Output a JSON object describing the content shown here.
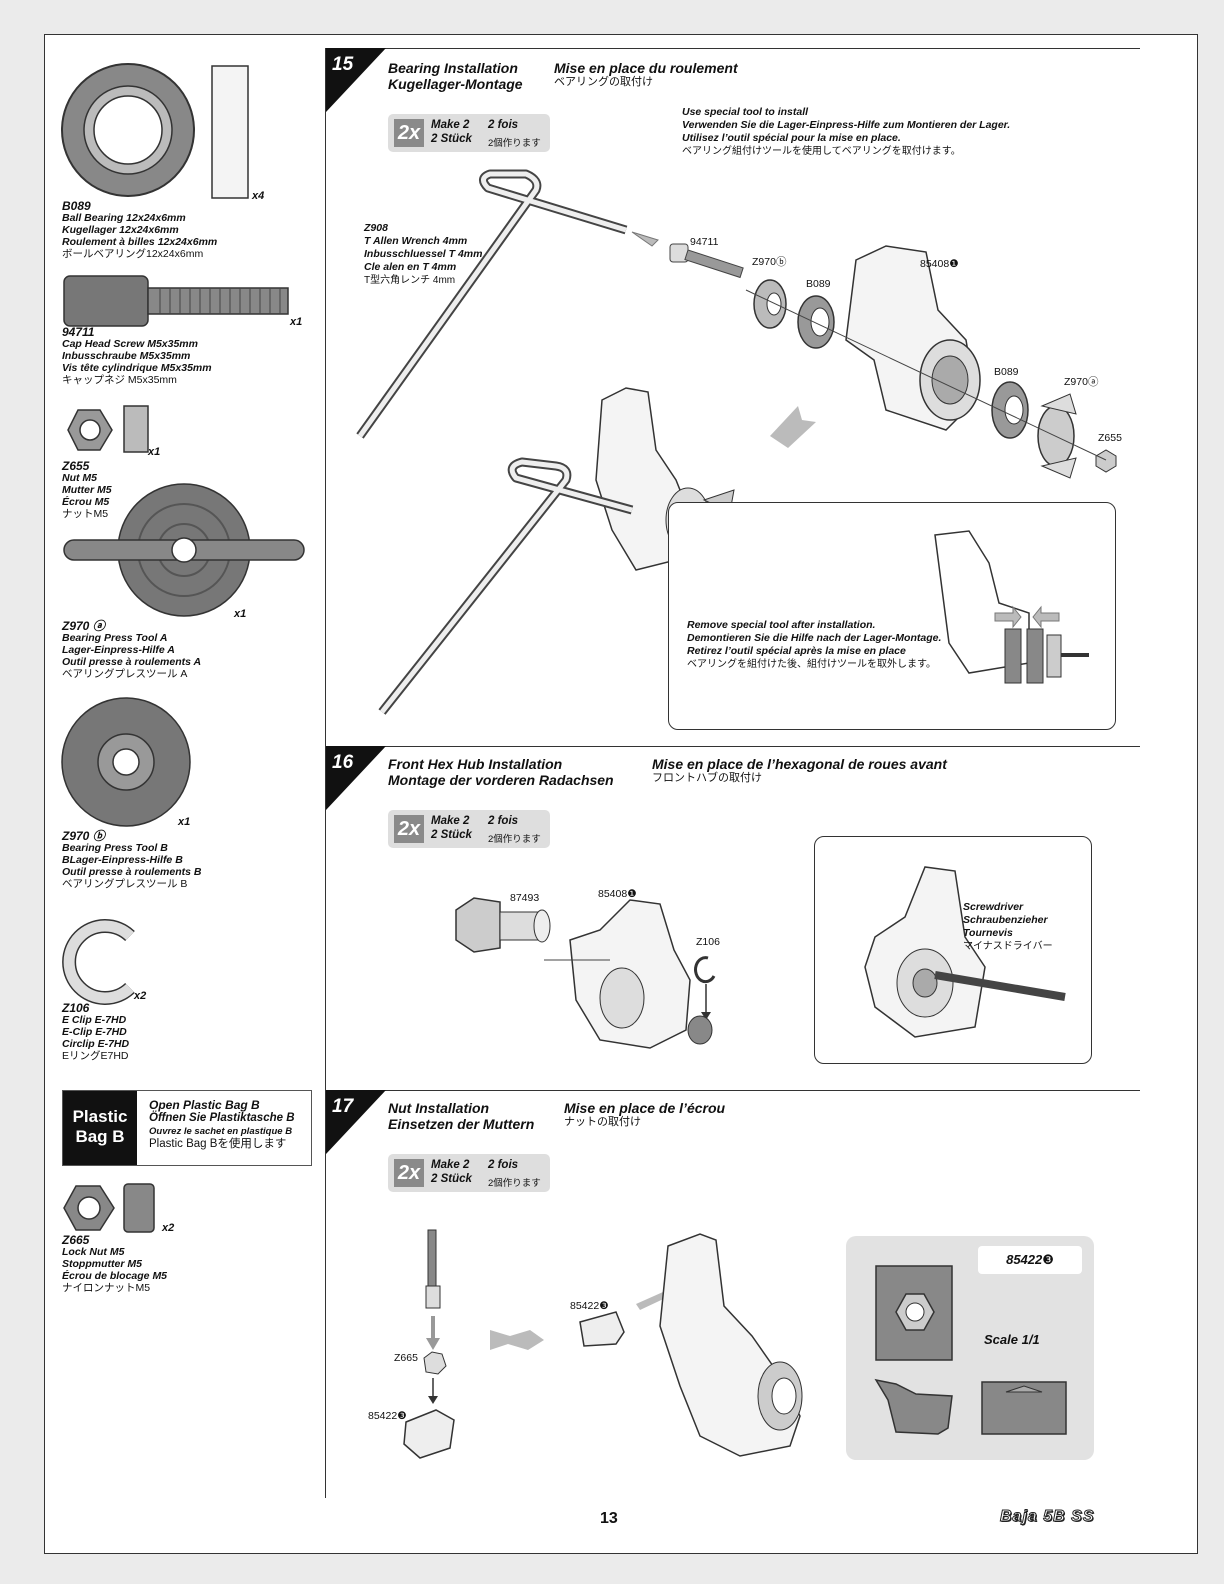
{
  "parts": [
    {
      "code": "B089",
      "qty": "x4",
      "en": "Ball Bearing 12x24x6mm",
      "de": "Kugellager 12x24x6mm",
      "fr": "Roulement à billes 12x24x6mm",
      "ja": "ボールベアリング12x24x6mm"
    },
    {
      "code": "94711",
      "qty": "x1",
      "en": "Cap Head Screw M5x35mm",
      "de": "Inbusschraube M5x35mm",
      "fr": "Vis tête cylindrique M5x35mm",
      "ja": "キャップネジ M5x35mm"
    },
    {
      "code": "Z655",
      "qty": "x1",
      "en": "Nut M5",
      "de": "Mutter M5",
      "fr": "Écrou M5",
      "ja": "ナットM5"
    },
    {
      "code": "Z970",
      "qty": "x1",
      "en": "Bearing Press Tool A",
      "de": "Lager-Einpress-Hilfe A",
      "fr": "Outil presse à roulements A",
      "ja": "ベアリングプレスツール A"
    },
    {
      "code": "Z970",
      "qty": "x1",
      "en": "Bearing Press Tool B",
      "de": "BLager-Einpress-Hilfe B",
      "fr": "Outil presse à roulements B",
      "ja": "ベアリングプレスツール B"
    },
    {
      "code": "Z106",
      "qty": "x2",
      "en": "E Clip E-7HD",
      "de": "E-Clip E-7HD",
      "fr": "Circlip E-7HD",
      "ja": "EリングE7HD"
    },
    {
      "code": "Z665",
      "qty": "x2",
      "en": "Lock Nut M5",
      "de": "Stoppmutter M5",
      "fr": "Écrou de blocage M5",
      "ja": "ナイロンナットM5"
    }
  ],
  "bag": {
    "title1": "Plastic",
    "title2": "Bag B",
    "en": "Open Plastic Bag B",
    "de": "Öffnen Sie Plastiktasche B",
    "fr": "Ouvrez le sachet en plastique B",
    "ja": "Plastic Bag Bを使用します"
  },
  "make": {
    "x": "2x",
    "en": "Make 2",
    "de": "2 Stück",
    "fr": "2 fois",
    "ja": "2個作ります"
  },
  "steps": [
    {
      "num": "15",
      "en": "Bearing Installation",
      "de": "Kugellager-Montage",
      "fr": "Mise en place du roulement",
      "ja": "ベアリングの取付け"
    },
    {
      "num": "16",
      "en": "Front Hex Hub Installation",
      "de": "Montage der vorderen Radachsen",
      "fr": "Mise en place de l’hexagonal de roues avant",
      "ja": "フロントハブの取付け"
    },
    {
      "num": "17",
      "en": "Nut Installation",
      "de": "Einsetzen der Muttern",
      "fr": "Mise en place de l’écrou",
      "ja": "ナットの取付け"
    }
  ],
  "step15": {
    "note_en": "Use special tool to install",
    "note_de": "Verwenden Sie die Lager-Einpress-Hilfe zum Montieren der Lager.",
    "note_fr": "Utilisez l’outil spécial pour la mise en place.",
    "note_ja": "ベアリング組付けツールを使用してベアリングを取付けます。",
    "tool_code": "Z908",
    "tool_en": "T Allen Wrench 4mm",
    "tool_de": "Inbusschluessel T 4mm",
    "tool_fr": "Cle alen en T 4mm",
    "tool_ja": "T型六角レンチ 4mm",
    "labels": [
      "94711",
      "Z970",
      "B089",
      "85408",
      "B089",
      "Z970",
      "Z655"
    ],
    "remove_en": "Remove special tool after installation.",
    "remove_de": "Demontieren Sie die Hilfe nach der Lager-Montage.",
    "remove_fr": "Retirez l’outil spécial après la mise en place",
    "remove_ja": "ベアリングを組付けた後、組付けツールを取外します。"
  },
  "step16": {
    "labels": [
      "87493",
      "85408",
      "Z106"
    ],
    "tool_en": "Screwdriver",
    "tool_de": "Schraubenzieher",
    "tool_fr": "Tournevis",
    "tool_ja": "マイナスドライバー"
  },
  "step17": {
    "labels": [
      "85422",
      "Z665",
      "85422"
    ],
    "panel_code": "85422",
    "scale": "Scale 1/1"
  },
  "page_number": "13",
  "logo": "Baja 5B SS"
}
